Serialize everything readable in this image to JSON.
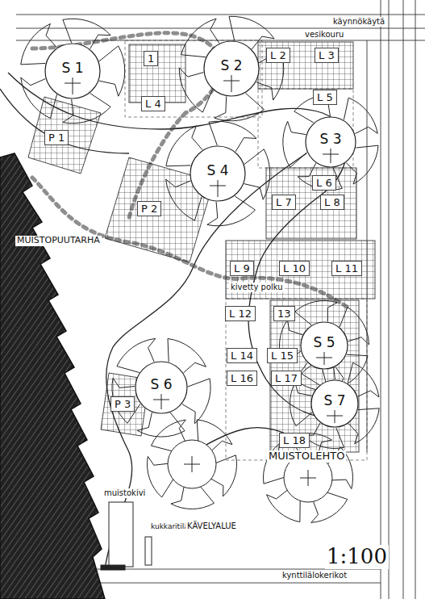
{
  "diagram": {
    "nodes": [
      {
        "text": [
          "S 1"
        ]
      },
      {
        "text": [
          "1"
        ]
      },
      {
        "text": [
          "S 2"
        ]
      },
      {
        "text": [
          "L 2"
        ]
      },
      {
        "text": [
          "L 3"
        ]
      },
      {
        "text": [
          "L 4"
        ]
      },
      {
        "text": [
          "L 5"
        ]
      },
      {
        "text": [
          "P 1"
        ]
      },
      {
        "text": [
          "S 3"
        ]
      },
      {
        "text": [
          "S 4"
        ]
      },
      {
        "text": [
          "L 6"
        ]
      },
      {
        "text": [
          "P 2"
        ]
      },
      {
        "text": [
          "L 7"
        ]
      },
      {
        "text": [
          "L 8"
        ]
      },
      {
        "text": [
          "L 9"
        ]
      },
      {
        "text": [
          "L 10"
        ]
      },
      {
        "text": [
          "L 11"
        ]
      },
      {
        "text": [
          "L 12"
        ]
      },
      {
        "text": [
          "13"
        ]
      },
      {
        "text": [
          "S 5"
        ]
      },
      {
        "text": [
          "L 14"
        ]
      },
      {
        "text": [
          "L 15"
        ]
      },
      {
        "text": [
          "S 6"
        ]
      },
      {
        "text": [
          "P 3"
        ]
      },
      {
        "text": [
          "L 16"
        ]
      },
      {
        "text": [
          "L 17"
        ]
      },
      {
        "text": [
          "S 7"
        ]
      },
      {
        "text": [
          "L 18"
        ]
      }
    ],
    "labels": [
      "käynnökäytä",
      "vesikouru",
      "MUISTOPUUTARHA",
      "kivetty polku",
      "MUISTOLEHTO",
      "muistokivi",
      "kukkaritilä",
      "KÄVELYALUE",
      "kynttilälokerikot",
      "1:100"
    ]
  }
}
